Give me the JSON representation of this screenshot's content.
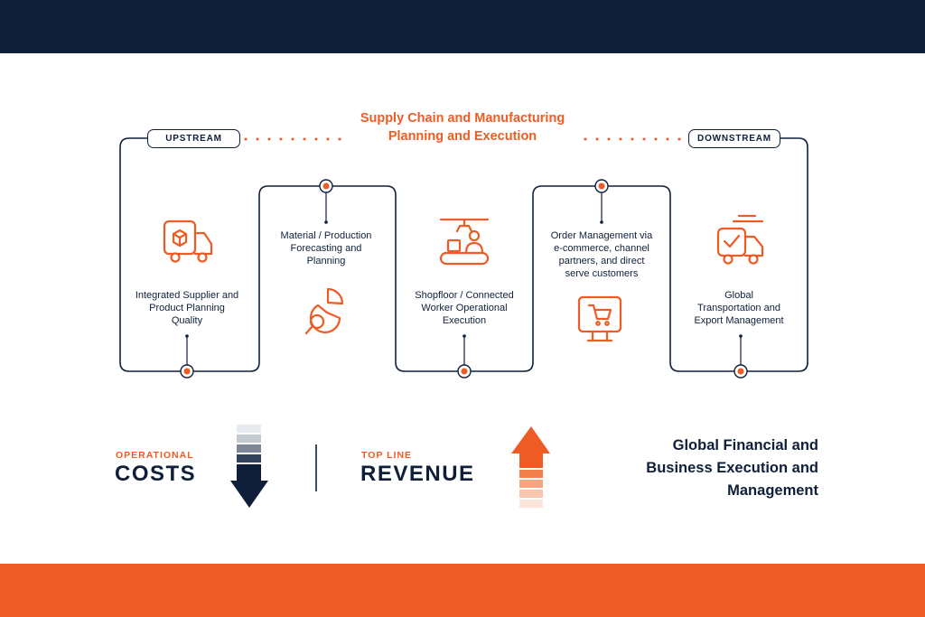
{
  "header": {
    "title_line1": "Supply Chain and Manufacturing",
    "title_line2": "Planning and Execution"
  },
  "badges": {
    "upstream": "UPSTREAM",
    "downstream": "DOWNSTREAM"
  },
  "steps": [
    {
      "label_lines": [
        "Integrated Supplier and",
        "Product Planning",
        "Quality"
      ],
      "icon": "delivery-truck-box-icon"
    },
    {
      "label_lines": [
        "Material / Production",
        "Forecasting and",
        "Planning"
      ],
      "icon": "pie-chart-magnifier-icon"
    },
    {
      "label_lines": [
        "Shopfloor / Connected",
        "Worker Operational",
        "Execution"
      ],
      "icon": "conveyor-worker-icon"
    },
    {
      "label_lines": [
        "Order Management via",
        "e-commerce, channel",
        "partners, and direct",
        "serve customers"
      ],
      "icon": "shopping-cart-monitor-icon"
    },
    {
      "label_lines": [
        "Global",
        "Transportation and",
        "Export Management"
      ],
      "icon": "delivery-truck-check-icon"
    }
  ],
  "summary": {
    "costs_kicker": "OPERATIONAL",
    "costs_title": "COSTS",
    "revenue_kicker": "TOP LINE",
    "revenue_title": "REVENUE",
    "global_lines": [
      "Global Financial and",
      "Business Execution and",
      "Management"
    ]
  },
  "colors": {
    "navy": "#0f1f3a",
    "orange": "#ef5b24"
  }
}
